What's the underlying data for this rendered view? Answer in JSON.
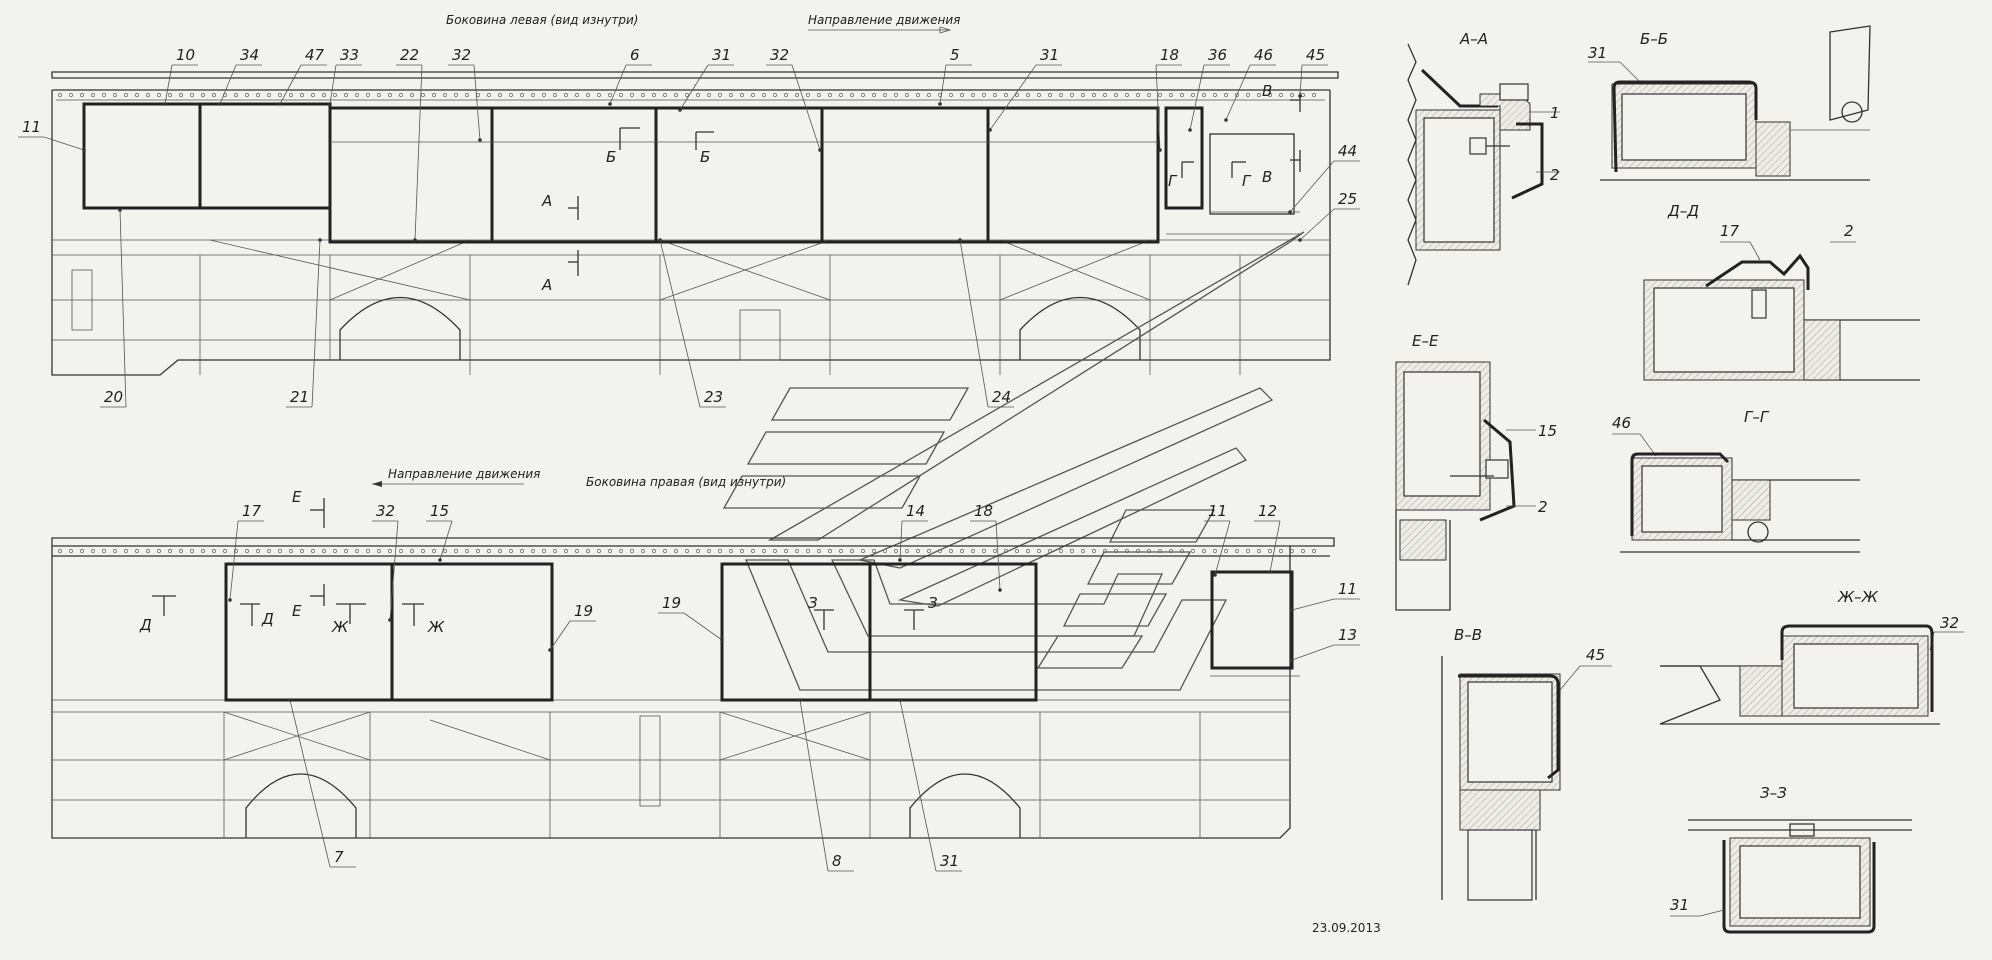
{
  "headers": {
    "left_side_title": "Боковина левая (вид изнутри)",
    "left_direction": "Направление движения",
    "right_side_title": "Боковина правая (вид изнутри)",
    "right_direction": "Направление движения"
  },
  "left_labels": [
    "10",
    "34",
    "47",
    "33",
    "22",
    "32",
    "6",
    "31",
    "32",
    "5",
    "31",
    "18",
    "36",
    "46",
    "45",
    "11",
    "44",
    "25",
    "20",
    "21",
    "23",
    "24"
  ],
  "left_cut_marks": [
    "Б",
    "Б",
    "А",
    "А",
    "Г",
    "Г",
    "В",
    "В"
  ],
  "right_labels": [
    "17",
    "32",
    "15",
    "14",
    "18",
    "11",
    "12",
    "11",
    "19",
    "19",
    "13",
    "7",
    "8",
    "31"
  ],
  "right_cut_marks": [
    "Е",
    "Е",
    "Д",
    "Д",
    "Ж",
    "Ж",
    "З",
    "З"
  ],
  "sections": {
    "aa": {
      "title": "А–А",
      "labels": [
        "1",
        "2"
      ]
    },
    "bb": {
      "title": "Б–Б",
      "labels": [
        "31"
      ]
    },
    "dd": {
      "title": "Д–Д",
      "labels": [
        "17",
        "2"
      ]
    },
    "ee": {
      "title": "Е–Е",
      "labels": [
        "15",
        "2"
      ]
    },
    "gg": {
      "title": "Г–Г",
      "labels": [
        "46"
      ]
    },
    "vv": {
      "title": "В–В",
      "labels": [
        "45"
      ]
    },
    "zhzh": {
      "title": "Ж–Ж",
      "labels": [
        "32"
      ]
    },
    "zz": {
      "title": "З–З",
      "labels": [
        "31"
      ]
    }
  },
  "date": "23.09.2013"
}
